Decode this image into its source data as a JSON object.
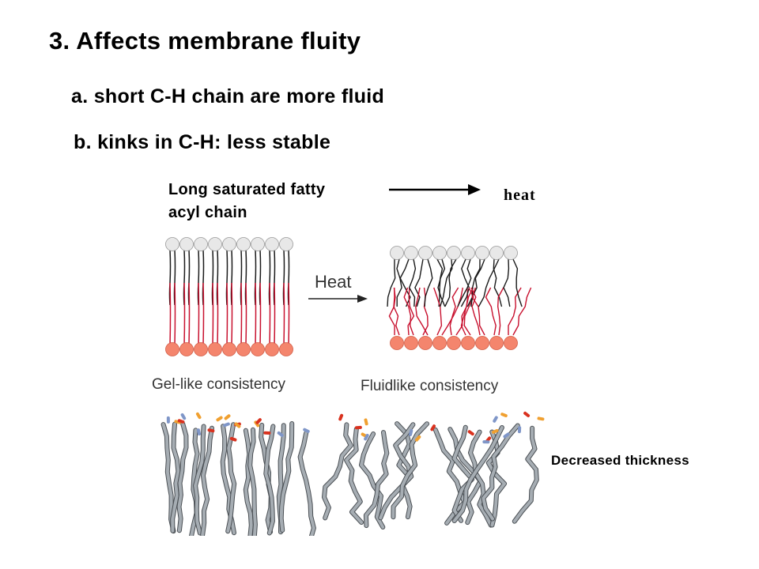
{
  "slide": {
    "title": "3. Affects membrane fluity",
    "points": [
      "a. short C-H chain are more fluid",
      "b. kinks in C-H: less stable"
    ],
    "chain_label_line1": "Long saturated fatty",
    "chain_label_line2": "acyl chain",
    "heat_word": "heat",
    "decreased_thickness": "Decreased thickness"
  },
  "figure": {
    "heat_label": "Heat",
    "gel_label": "Gel-like consistency",
    "fluid_label": "Fluidlike consistency",
    "colors": {
      "headgroup": "#e8e8e8",
      "lower_headgroup": "#f4856d",
      "upper_tail": "#1a1a1a",
      "lower_tail": "#c8102e",
      "stick": "#a6adb3",
      "oxygen": "#d9321f",
      "phosphorus": "#f0a030",
      "nitrogen": "#7f96c8"
    }
  }
}
